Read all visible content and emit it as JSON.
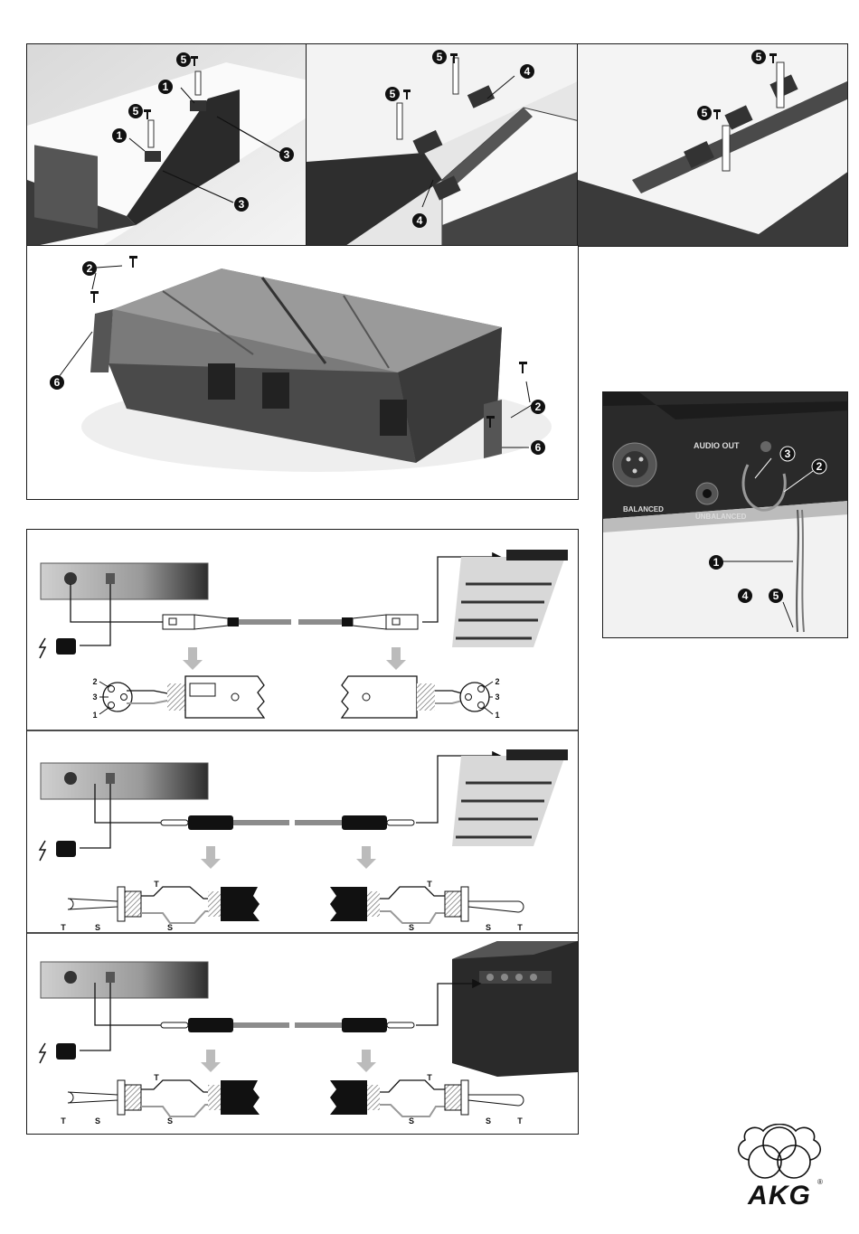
{
  "callouts": {
    "n1": "1",
    "n2": "2",
    "n3": "3",
    "n4": "4",
    "n5": "5",
    "n6": "6"
  },
  "audio_out_panel": {
    "audio_out": "AUDIO OUT",
    "balanced": "BALANCED",
    "unbalanced": "UNBALANCED"
  },
  "xlr_pins": {
    "p1": "1",
    "p2": "2",
    "p3": "3"
  },
  "jack_labels": {
    "tip": "T",
    "sleeve": "S"
  },
  "logo": {
    "brand": "AKG",
    "reg": "®"
  },
  "colors": {
    "ink": "#111111",
    "photo_dark": "#2e2e2e",
    "photo_mid": "#8a8a8a",
    "photo_light": "#e8e8e8",
    "cable": "#8c8c8c"
  }
}
